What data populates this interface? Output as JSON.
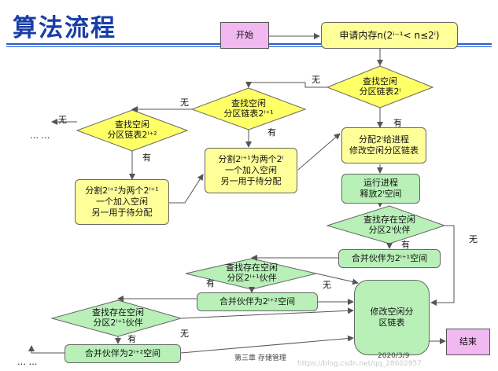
{
  "title": "算法流程",
  "nodes": {
    "start": "开始",
    "request": "申请内存n(2ⁱ⁻¹< n≤2ⁱ)",
    "find1_l1": "查找空闲",
    "find1_l2": "分区链表2ⁱ",
    "find2_l1": "查找空闲",
    "find2_l2": "分区链表2ⁱ⁺¹",
    "find3_l1": "查找空闲",
    "find3_l2": "分区链表2ⁱ⁺²",
    "split1_l1": "分割2ⁱ⁺¹为两个2ⁱ",
    "split1_l2": "一个加入空闲",
    "split1_l3": "另一用于待分配",
    "split2_l1": "分割2ⁱ⁺²为两个2ⁱ⁺¹",
    "split2_l2": "一个加入空闲",
    "split2_l3": "另一用于待分配",
    "alloc_l1": "分配2ⁱ给进程",
    "alloc_l2": "修改空闲分区链表",
    "run_l1": "运行进程",
    "run_l2": "释放2ⁱ空间",
    "buddy1_l1": "查找存在空闲",
    "buddy1_l2": "分区2ⁱ伙伴",
    "merge1": "合并伙伴为2ⁱ⁺¹空间",
    "buddy2_l1": "查找存在空闲",
    "buddy2_l2": "分区2ⁱ⁺¹伙伴",
    "merge2": "合并伙伴为2ⁱ⁺²空间",
    "buddy3_l1": "查找存在空闲",
    "buddy3_l2": "分区2ⁱ⁺¹伙伴",
    "merge3": "合并伙伴为2ⁱ⁺²空间",
    "modify_l1": "修改空闲分",
    "modify_l2": "区链表",
    "end": "结束"
  },
  "labels": {
    "no": "无",
    "yes": "有",
    "ellipsis": "… …"
  },
  "footer": {
    "chapter": "第三章 存储管理",
    "date": "2020/3/9",
    "watermark": "https://blog.csdn.net/qq_28602957"
  },
  "colors": {
    "title": "#1a3ea8",
    "terminal": "#f2b8f0",
    "process_yellow": "#ffff99",
    "process_green": "#b8f0b8",
    "decision_yellow": "#ffff66",
    "decision_green": "#b8f0b8"
  }
}
